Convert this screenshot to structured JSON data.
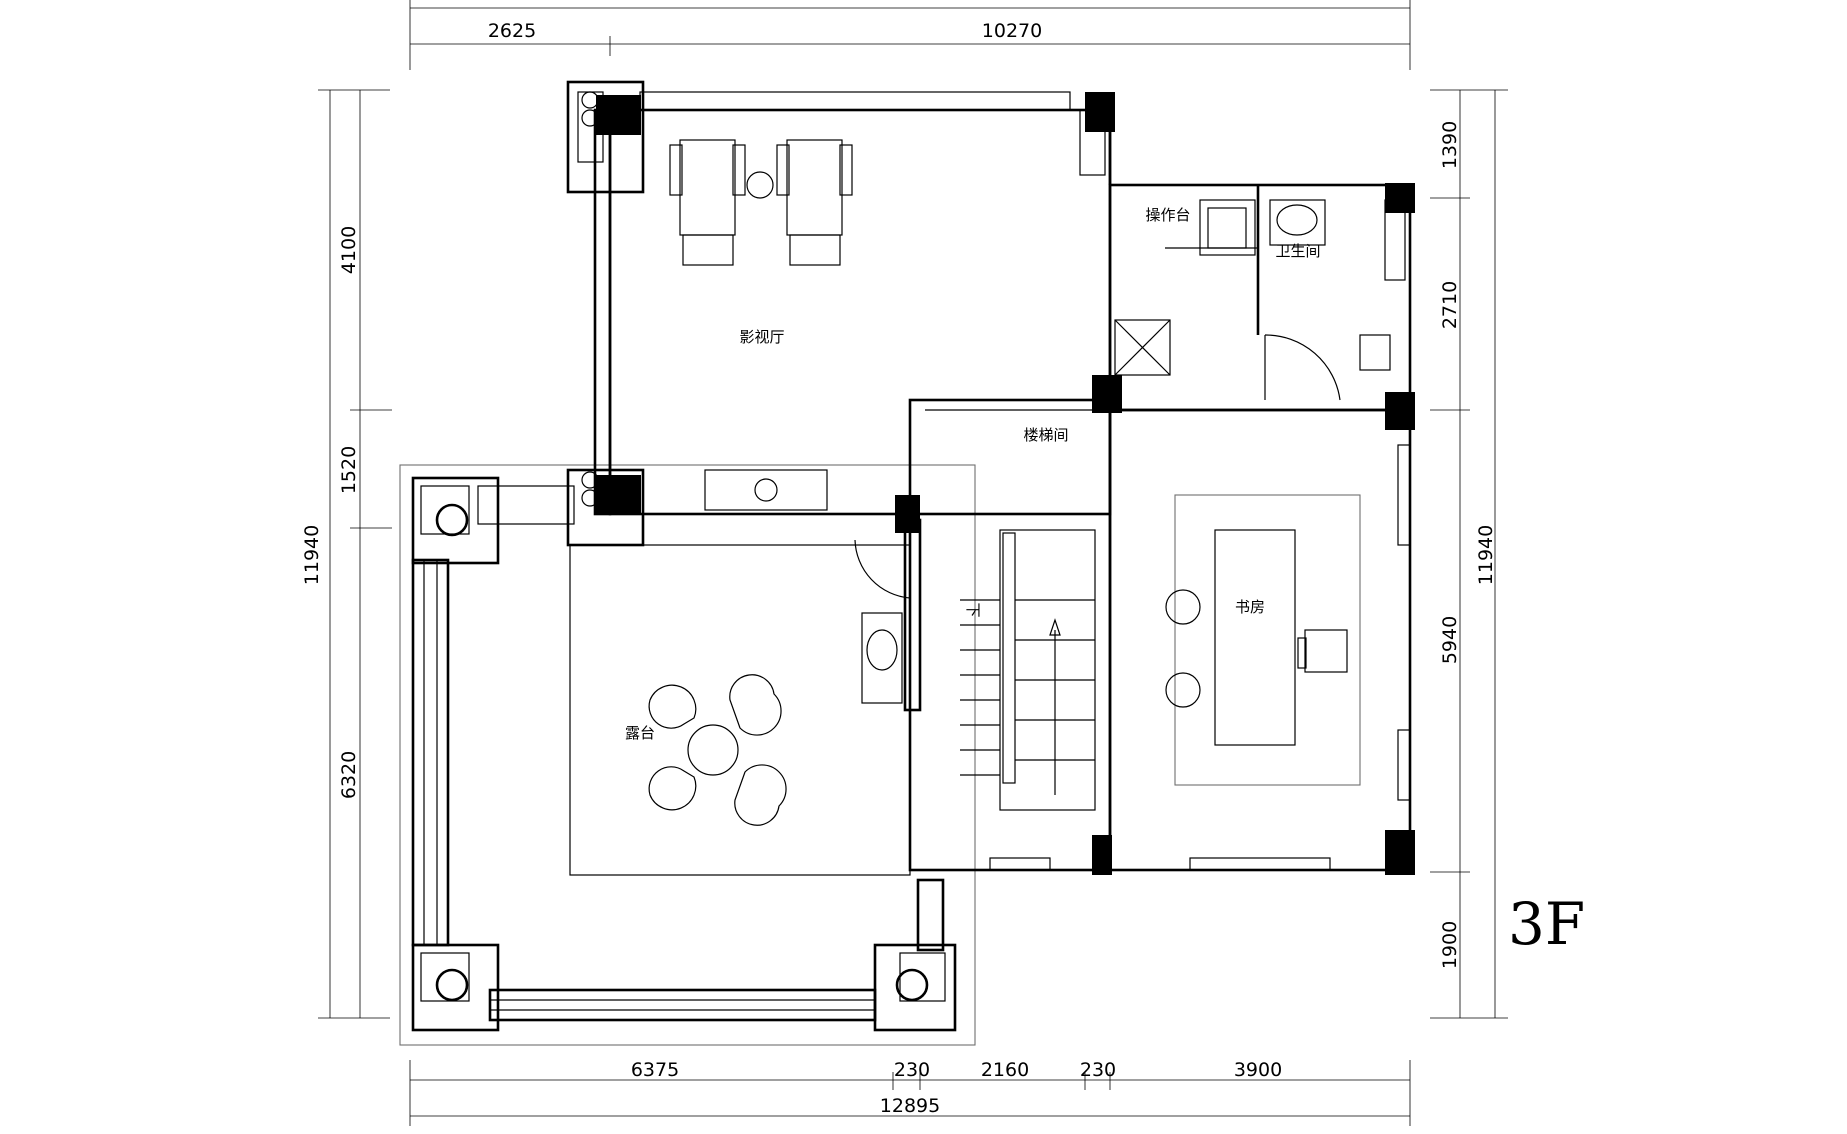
{
  "floor_label": "3F",
  "rooms": {
    "theater": "影视厅",
    "counter": "操作台",
    "bathroom": "卫生间",
    "stairwell": "楼梯间",
    "stair_down": "下",
    "study": "书房",
    "terrace": "露台"
  },
  "dimensions": {
    "top": [
      "2625",
      "10270"
    ],
    "bottom": [
      "6375",
      "230",
      "2160",
      "230",
      "3900"
    ],
    "bottom_total": "12895",
    "left": [
      "4100",
      "1520",
      "6320"
    ],
    "left_total": "11940",
    "right": [
      "1390",
      "2710",
      "5940",
      "1900"
    ],
    "right_total": "11940"
  },
  "colors": {
    "line": "#000000",
    "secondary_line": "#6f6f6f",
    "background": "#ffffff"
  }
}
